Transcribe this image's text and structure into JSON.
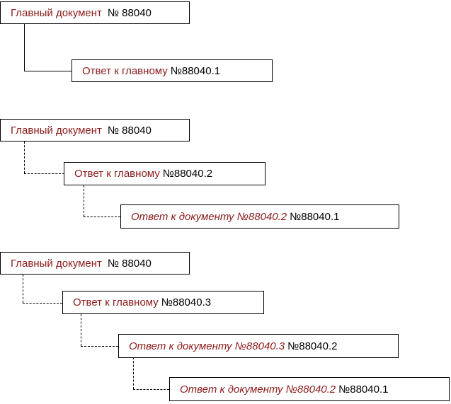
{
  "group1": {
    "main": {
      "label": "Главный документ",
      "number": "№ 88040"
    },
    "reply": {
      "label": "Ответ к главному",
      "number": "№88040.1"
    }
  },
  "group2": {
    "main": {
      "label": "Главный документ",
      "number": "№ 88040"
    },
    "reply": {
      "label": "Ответ к главному",
      "number": "№88040.2"
    },
    "sub": {
      "label": "Ответ к документу №88040.2",
      "number": "№88040.1"
    }
  },
  "group3": {
    "main": {
      "label": "Главный документ",
      "number": "№ 88040"
    },
    "reply": {
      "label": "Ответ к главному",
      "number": "№88040.3"
    },
    "sub": {
      "label": "Ответ к документу №88040.3",
      "number": "№88040.2"
    },
    "subsub": {
      "label": "Ответ к документу №88040.2",
      "number": "№88040.1"
    }
  },
  "colors": {
    "label_red": "#8b1a1a",
    "border": "#000000"
  }
}
